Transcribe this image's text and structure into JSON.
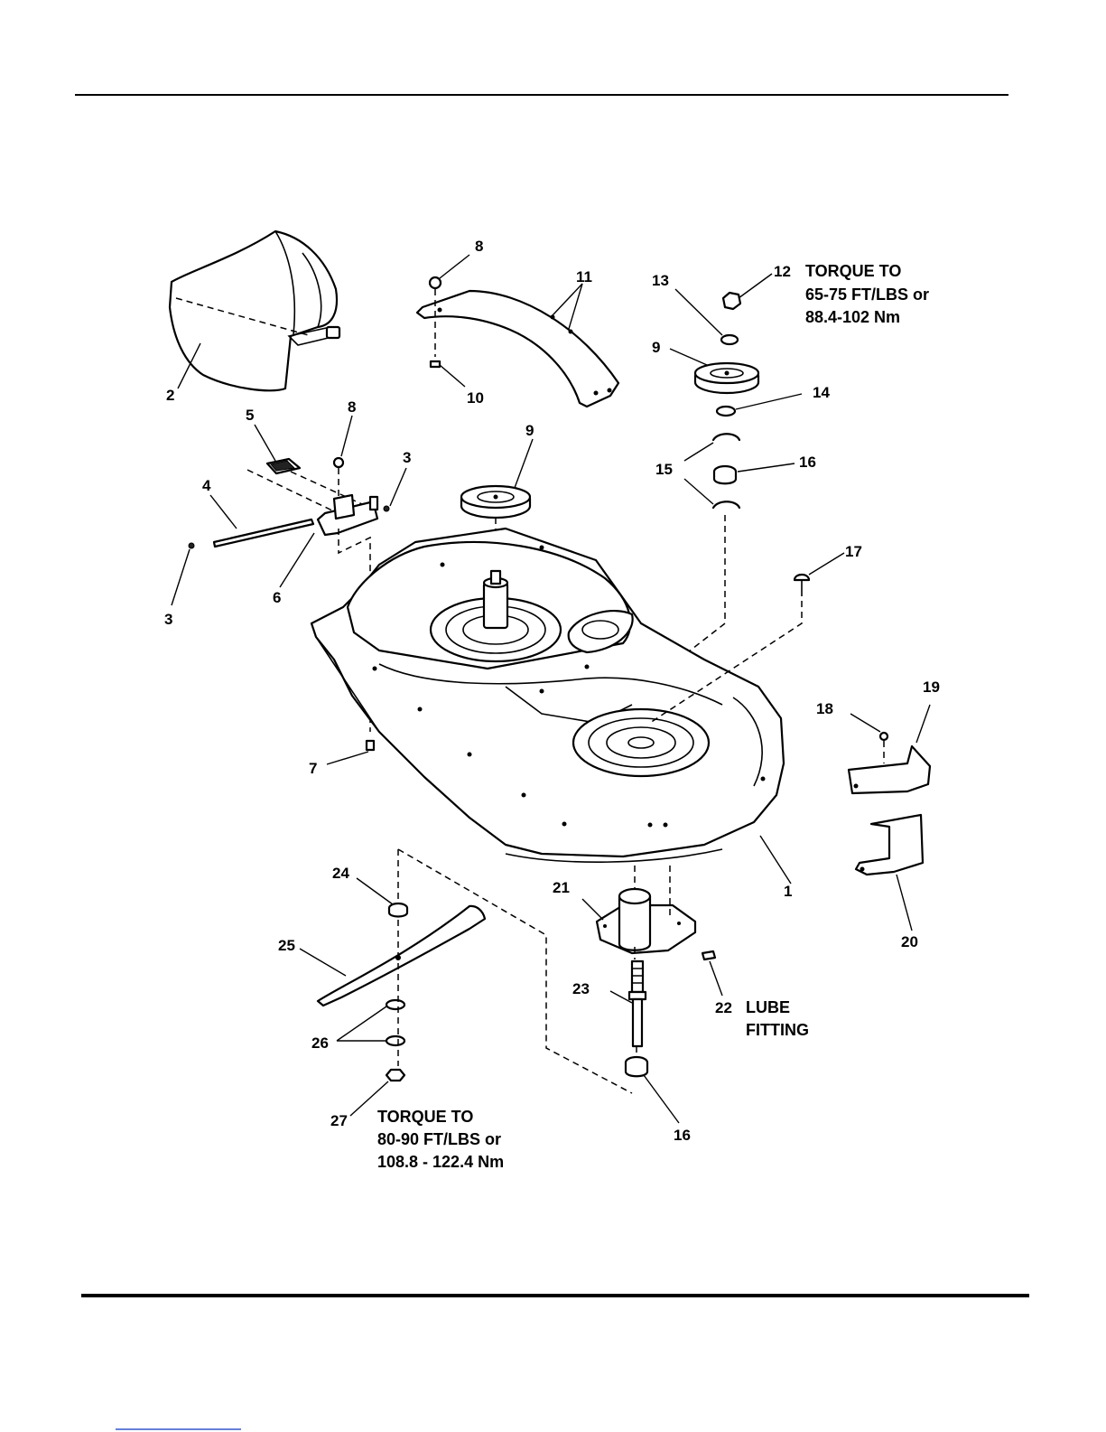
{
  "callouts": {
    "c1": "1",
    "c2": "2",
    "c3a": "3",
    "c3b": "3",
    "c4": "4",
    "c5": "5",
    "c6": "6",
    "c7": "7",
    "c8a": "8",
    "c8b": "8",
    "c9a": "9",
    "c9b": "9",
    "c10": "10",
    "c11": "11",
    "c12": "12",
    "c13": "13",
    "c14": "14",
    "c15": "15",
    "c16a": "16",
    "c16b": "16",
    "c17": "17",
    "c18": "18",
    "c19": "19",
    "c20": "20",
    "c21": "21",
    "c22": "22",
    "c23": "23",
    "c24": "24",
    "c25": "25",
    "c26": "26",
    "c27": "27"
  },
  "notes": {
    "torque_top": [
      "TORQUE TO",
      "65-75 FT/LBS or",
      "88.4-102 Nm"
    ],
    "torque_bottom": [
      "TORQUE TO",
      "80-90 FT/LBS or",
      "108.8 - 122.4 Nm"
    ],
    "lube": [
      "LUBE",
      "FITTING"
    ]
  }
}
